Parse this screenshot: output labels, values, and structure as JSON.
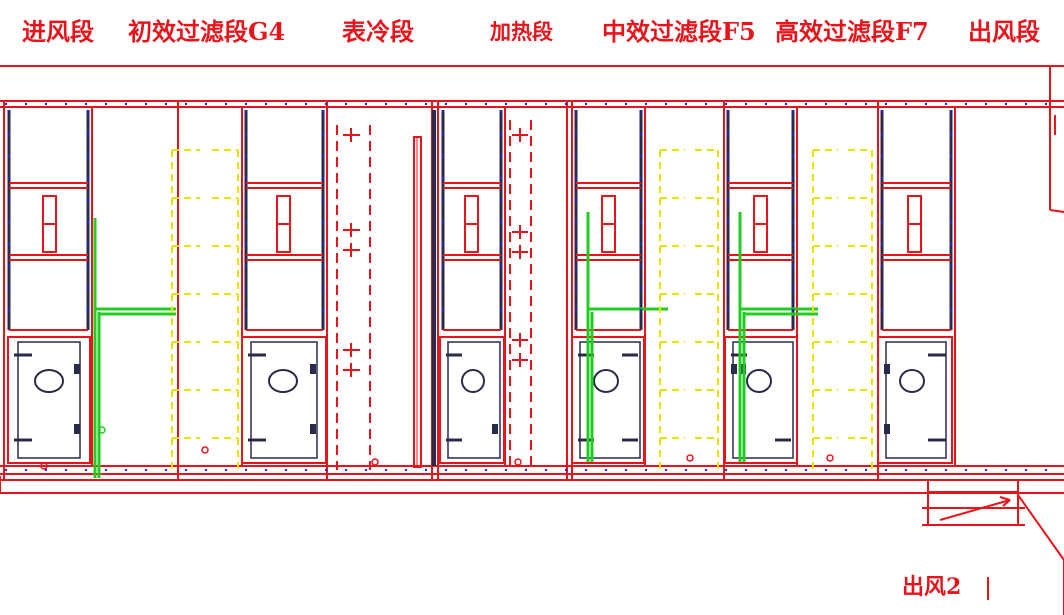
{
  "sections": [
    {
      "id": "inlet",
      "label": "进风段"
    },
    {
      "id": "primary-filter",
      "label": "初效过滤段G4"
    },
    {
      "id": "cooling",
      "label": "表冷段"
    },
    {
      "id": "heating",
      "label": "加热段"
    },
    {
      "id": "medium-filter",
      "label": "中效过滤段F5"
    },
    {
      "id": "high-filter",
      "label": "高效过滤段F7"
    },
    {
      "id": "outlet",
      "label": "出风段"
    }
  ],
  "outlet_note": "出风2",
  "colors": {
    "outline": "#e8141c",
    "filter": "#e4e600",
    "green": "#22cc22",
    "panel": "#2a2a4a",
    "dot": "#1a2ad0"
  }
}
